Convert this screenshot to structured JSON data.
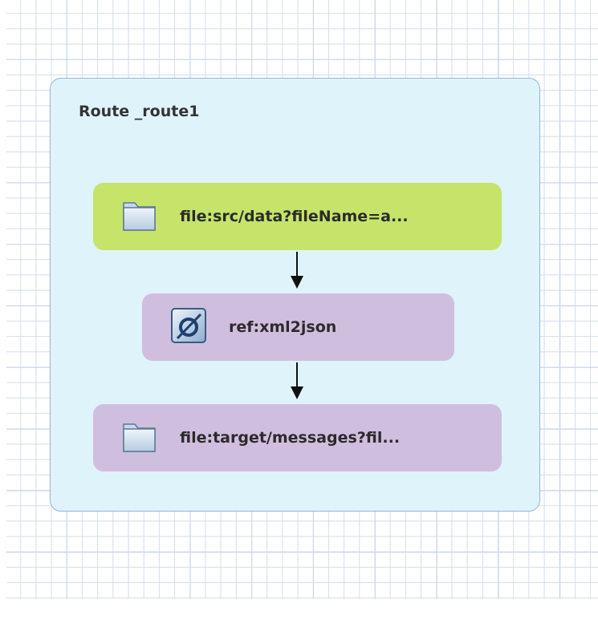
{
  "route": {
    "title": "Route _route1"
  },
  "nodes": [
    {
      "label": "file:src/data?fileName=a...",
      "icon": "folder-icon",
      "color": "#c6e46a"
    },
    {
      "label": "ref:xml2json",
      "icon": "processor-ref-icon",
      "color": "#d0bedf"
    },
    {
      "label": "file:target/messages?fil...",
      "icon": "folder-icon",
      "color": "#d0bedf"
    }
  ],
  "colors": {
    "canvas_background": "#ffffff",
    "grid_line": "#d2ddec",
    "route_fill": "#dff3fb",
    "route_border": "#8eb6d8",
    "endpoint_from": "#c6e46a",
    "step": "#d0bedf",
    "connector": "#111111"
  }
}
